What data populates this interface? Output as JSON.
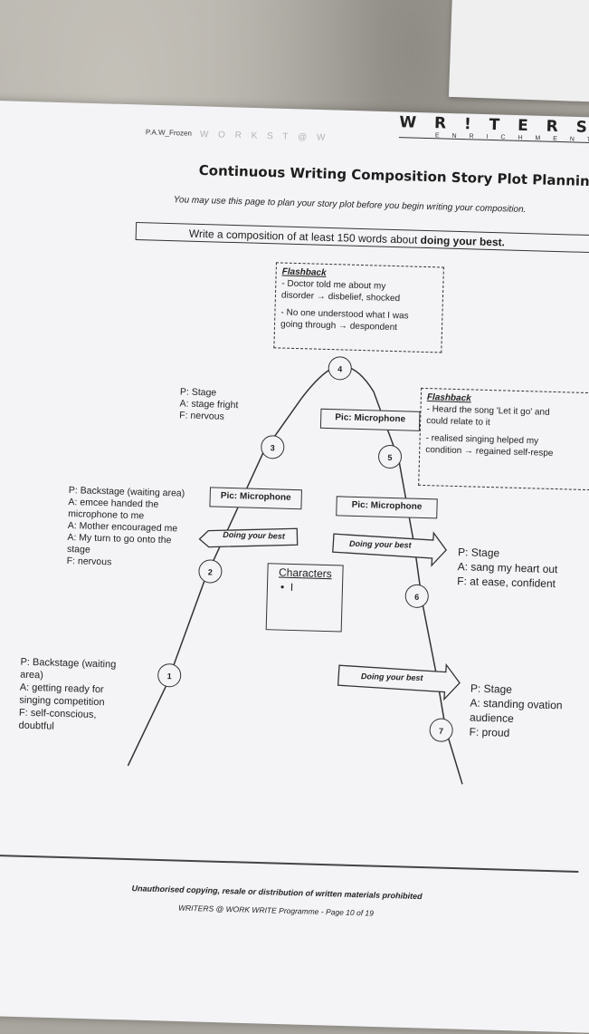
{
  "header": {
    "brand": "W R ! T E R S @ W O",
    "brand_sub": "E N R I C H M E N T",
    "code": "P.A.W_Frozen",
    "watermark": "W O R K S T @ W"
  },
  "title": "Continuous Writing Composition Story Plot Planning",
  "subtitle": "You may use this page to plan your story plot before you begin writing your composition.",
  "prompt": {
    "prefix": "Write a composition of at least 150 words about ",
    "emphasis": "doing your best."
  },
  "flashback_top": {
    "heading": "Flashback",
    "line1": "- Doctor told me about my",
    "line2": "disorder → disbelief, shocked",
    "line3": "- No one understood what I was",
    "line4": "going through → despondent"
  },
  "flashback_right": {
    "heading": "Flashback",
    "line1": "- Heard the song 'Let it go' and",
    "line2": "could relate to it",
    "line3": "- realised singing helped my",
    "line4": "condition → regained self-respe"
  },
  "nodes": {
    "n1": "1",
    "n2": "2",
    "n3": "3",
    "n4": "4",
    "n5": "5",
    "n6": "6",
    "n7": "7"
  },
  "pic_labels": {
    "left": "Pic: Microphone",
    "right": "Pic: Microphone",
    "top": "Pic: Microphone"
  },
  "arrows": {
    "left": "Doing your best",
    "right": "Doing your best",
    "bottom": "Doing your best"
  },
  "characters": {
    "heading": "Characters",
    "item": "I"
  },
  "stage3": {
    "p": "P: Stage",
    "a": "A: stage fright",
    "f": "F: nervous"
  },
  "stage2": {
    "p": "P: Backstage (waiting area)",
    "a1": "A: emcee handed the",
    "a2": "microphone to me",
    "a3": "A: Mother encouraged me",
    "a4": "A: My turn to go onto the",
    "a5": "stage",
    "f": "F: nervous"
  },
  "stage1": {
    "p1": "P: Backstage (waiting",
    "p2": "area)",
    "a1": "A: getting ready for",
    "a2": "singing competition",
    "f1": "F: self-conscious,",
    "f2": "doubtful"
  },
  "stage6": {
    "p": "P: Stage",
    "a": "A: sang my heart out",
    "f": "F: at ease, confident"
  },
  "stage7": {
    "p": "P: Stage",
    "a1": "A: standing ovation",
    "a2": "audience",
    "f": "F:  proud"
  },
  "footer": {
    "line1": "Unauthorised copying, resale or distribution of written materials prohibited",
    "line2": "WRITERS @ WORK WRITE Programme - Page 10 of 19"
  },
  "colors": {
    "paper": "#f4f4f6",
    "ink": "#222222",
    "table": "#a9a69f"
  }
}
